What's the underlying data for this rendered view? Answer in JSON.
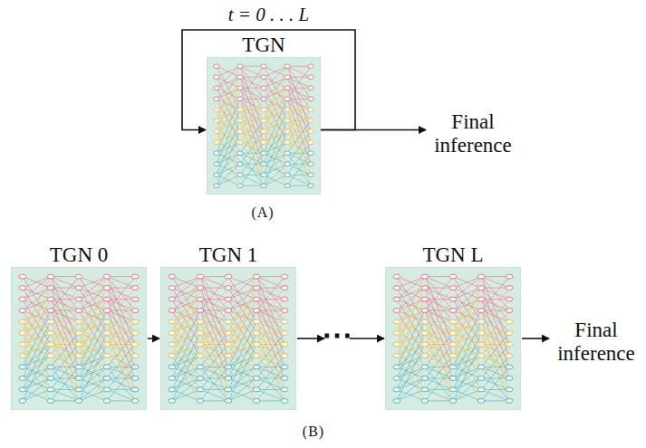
{
  "diagram": {
    "nodes": [
      {
        "text": [
          "TGN"
        ]
      },
      {
        "text": [
          "TGN 0"
        ]
      },
      {
        "text": [
          "TGN 1"
        ]
      },
      {
        "text": [
          "TGN L"
        ]
      }
    ],
    "edges": [
      {
        "from": 0,
        "to": 0,
        "arrow": "to",
        "label": "t = 0 . . . L"
      },
      {
        "from": 1,
        "to": 2,
        "arrow": "to"
      },
      {
        "from": 2,
        "to": 3,
        "arrow": "to"
      }
    ],
    "labels": [
      "Final inference",
      "(A)",
      "Final inference",
      "⋯",
      "(B)"
    ]
  }
}
